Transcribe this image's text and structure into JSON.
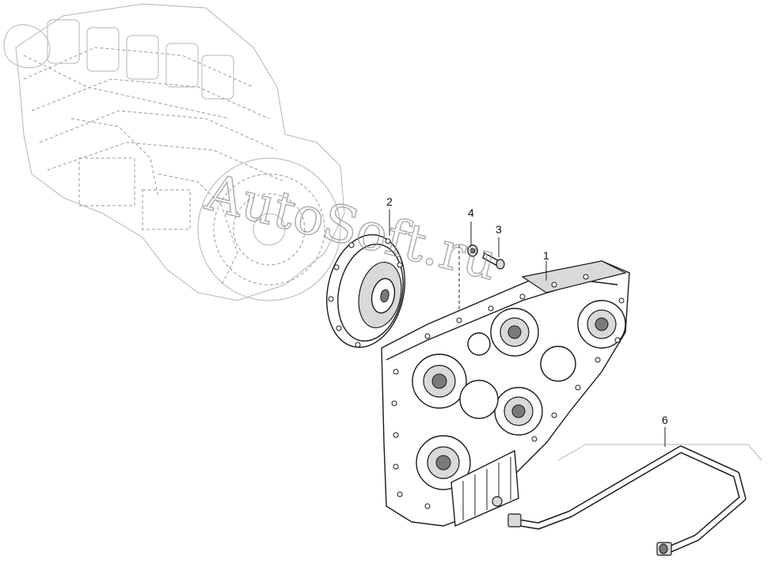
{
  "watermark": {
    "text": "AutoSoft.ru"
  },
  "callouts": [
    {
      "id": "1",
      "label": "1"
    },
    {
      "id": "2",
      "label": "2"
    },
    {
      "id": "3",
      "label": "3"
    },
    {
      "id": "4",
      "label": "4"
    },
    {
      "id": "6",
      "label": "6"
    }
  ],
  "parts": {
    "engine": "engine-block-ghost",
    "flywheel": "flywheel-coupling",
    "bolt": "bolt",
    "washer": "washer",
    "housing": "gear-housing",
    "pipe": "oil-pipe"
  }
}
